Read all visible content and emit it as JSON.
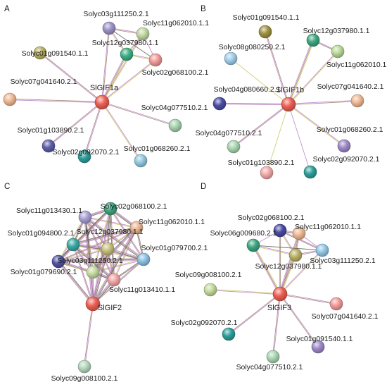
{
  "panels": [
    {
      "id": "A",
      "letter": "A",
      "nodes": [
        {
          "key": "hub",
          "label": "SlGIF1a",
          "color": "#ec5e52",
          "hub": true
        },
        {
          "key": "n1",
          "label": "Solyc03g111250.2.1",
          "color": "#9d92c6"
        },
        {
          "key": "n2",
          "label": "Solyc11g062010.1.1",
          "color": "#c1d6a0"
        },
        {
          "key": "n3",
          "label": "Solyc12g037980.1.1",
          "color": "#3eae86"
        },
        {
          "key": "n4",
          "label": "Solyc02g068100.2.1",
          "color": "#f09a98"
        },
        {
          "key": "n5",
          "label": "Solyc01g091540.1.1",
          "color": "#b9b063"
        },
        {
          "key": "n6",
          "label": "Solyc07g041640.2.1",
          "color": "#eeb892"
        },
        {
          "key": "n7",
          "label": "Solyc04g077510.2.1",
          "color": "#a6d3af"
        },
        {
          "key": "n8",
          "label": "Solyc01g103890.2.1",
          "color": "#5d5fa8"
        },
        {
          "key": "n9",
          "label": "Solyc02g092070.2.1",
          "color": "#2f9e9a"
        },
        {
          "key": "n10",
          "label": "Solyc01g068260.2.1",
          "color": "#92c8e0"
        }
      ]
    },
    {
      "id": "B",
      "letter": "B",
      "nodes": [
        {
          "key": "hub",
          "label": "SlGIF1b",
          "color": "#ec5e52",
          "hub": true
        },
        {
          "key": "n1",
          "label": "Solyc01g091540.1.1",
          "color": "#9e9242"
        },
        {
          "key": "n2",
          "label": "Solyc12g037980.1.1",
          "color": "#3da780"
        },
        {
          "key": "n3",
          "label": "Solyc08g080250.2.1",
          "color": "#9fcde9"
        },
        {
          "key": "n4",
          "label": "Solyc11g062010.1.1",
          "color": "#b9d897"
        },
        {
          "key": "n5",
          "label": "Solyc04g080660.2.1",
          "color": "#4a4da3"
        },
        {
          "key": "n6",
          "label": "Solyc07g041640.2.1",
          "color": "#eeb892"
        },
        {
          "key": "n7",
          "label": "Solyc04g077510.2.1",
          "color": "#a9d5b1"
        },
        {
          "key": "n8",
          "label": "Solyc01g068260.2.1",
          "color": "#9d89c7"
        },
        {
          "key": "n9",
          "label": "Solyc01g103890.2.1",
          "color": "#f2a9a9"
        },
        {
          "key": "n10",
          "label": "Solyc02g092070.2.1",
          "color": "#2e9e9a"
        }
      ]
    },
    {
      "id": "C",
      "letter": "C",
      "nodes": [
        {
          "key": "hub",
          "label": "SlGIF2",
          "color": "#ec5e52",
          "hub": true
        },
        {
          "key": "n1",
          "label": "Solyc11g013430.1.1",
          "color": "#a89fd2"
        },
        {
          "key": "n2",
          "label": "Solyc02g068100.2.1",
          "color": "#3da780"
        },
        {
          "key": "n3",
          "label": "Solyc11g062010.1.1",
          "color": "#e9b592"
        },
        {
          "key": "n4",
          "label": "Solyc01g094800.2.1",
          "color": "#3aa9a4"
        },
        {
          "key": "n5",
          "label": "Solyc12g037980.1.1",
          "color": "#c7c07c"
        },
        {
          "key": "n6",
          "label": "Solyc01g079700.2.1",
          "color": "#8bc0e4"
        },
        {
          "key": "n7",
          "label": "Solyc01g079690.2.1",
          "color": "#5053a6"
        },
        {
          "key": "n8",
          "label": "Solyc03g111250.2.1",
          "color": "#c4d9a0"
        },
        {
          "key": "n9",
          "label": "Solyc11g013410.1.1",
          "color": "#f1a4a4"
        },
        {
          "key": "n10",
          "label": "Solyc09g008100.2.1",
          "color": "#b4d8bc"
        }
      ]
    },
    {
      "id": "D",
      "letter": "D",
      "nodes": [
        {
          "key": "hub",
          "label": "SlGIF3",
          "color": "#ec5e52",
          "hub": true
        },
        {
          "key": "n1",
          "label": "Solyc02g068100.2.1",
          "color": "#494ba2"
        },
        {
          "key": "n2",
          "label": "Solyc11g062010.1.1",
          "color": "#eeb892"
        },
        {
          "key": "n3",
          "label": "Solyc06g009680.2.1",
          "color": "#3da780"
        },
        {
          "key": "n4",
          "label": "Solyc03g111250.2.1",
          "color": "#92c8e6"
        },
        {
          "key": "n5",
          "label": "Solyc12g037980.1.1",
          "color": "#b9b063"
        },
        {
          "key": "n6",
          "label": "Solyc09g008100.2.1",
          "color": "#c3d99b"
        },
        {
          "key": "n7",
          "label": "Solyc07g041640.2.1",
          "color": "#f09a98"
        },
        {
          "key": "n8",
          "label": "Solyc02g092070.2.1",
          "color": "#2e9e9a"
        },
        {
          "key": "n9",
          "label": "Solyc01g091540.1.1",
          "color": "#9d89c7"
        },
        {
          "key": "n10",
          "label": "Solyc04g077510.2.1",
          "color": "#a9d5b1"
        }
      ]
    }
  ],
  "edge_colors": {
    "purple": "#b97ec4",
    "brown": "#9f7b6d",
    "olive": "#c9c75b",
    "black": "#5a5a5a",
    "lightblue": "#86c7e6"
  }
}
